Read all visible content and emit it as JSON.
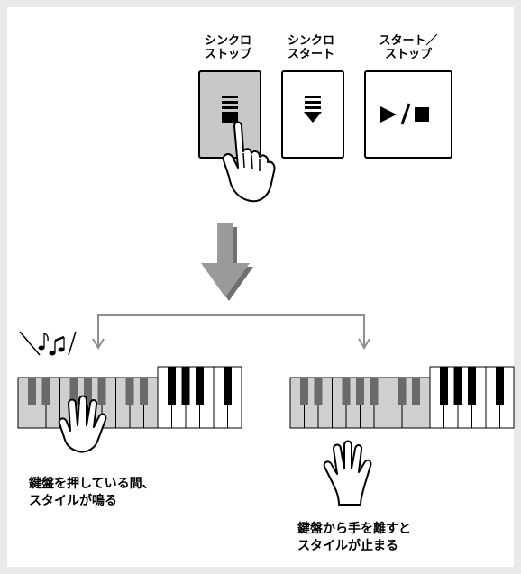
{
  "buttons": {
    "sync_stop": {
      "label": "シンクロ\nストップ",
      "icon": "sync-stop-icon"
    },
    "sync_start": {
      "label": "シンクロ\nスタート",
      "icon": "sync-start-icon"
    },
    "start_stop": {
      "label": "スタート／\nストップ",
      "icon": "play-stop-icon"
    }
  },
  "captions": {
    "left": "鍵盤を押している間、\nスタイルが鳴る",
    "right": "鍵盤から手を離すと\nスタイルが止まる"
  },
  "colors": {
    "pressed_button": "#c8c8c8",
    "arrow": "#8f8f8f",
    "key_range_shade": "#cfcfcf",
    "background": "#e9e9e9"
  }
}
